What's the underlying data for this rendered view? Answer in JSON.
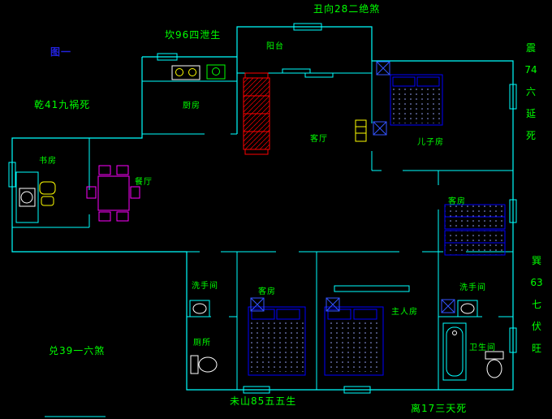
{
  "annotations": {
    "figure_no": "图一",
    "top": "丑向28二绝煞",
    "top_left": "坎96四泄生",
    "left": "乾41九祸死",
    "right_upper": "震\n74\n六\n延\n死",
    "right_lower": "巽\n63\n七\n伏\n旺",
    "bottom_left": "兑39一六煞",
    "bottom_center": "未山85五五生",
    "bottom_right": "离17三天死"
  },
  "rooms": {
    "balcony": "阳台",
    "kitchen": "厨房",
    "living": "客厅",
    "son": "儿子房",
    "study": "书房",
    "dining": "餐厅",
    "guest_upper": "客房",
    "wash_left": "洗手间",
    "guest_lower": "客房",
    "master": "主人房",
    "wash_right": "洗手间",
    "toilet": "厕所",
    "bathroom": "卫生间"
  },
  "colors": {
    "background": "#000000",
    "walls": "#00ffff",
    "text": "#00ff00",
    "figure_label": "#2222dd",
    "beds": "#0000ff",
    "sofa": "#ff0000",
    "dining_set": "#ff00ff",
    "accent": "#ffff00"
  }
}
